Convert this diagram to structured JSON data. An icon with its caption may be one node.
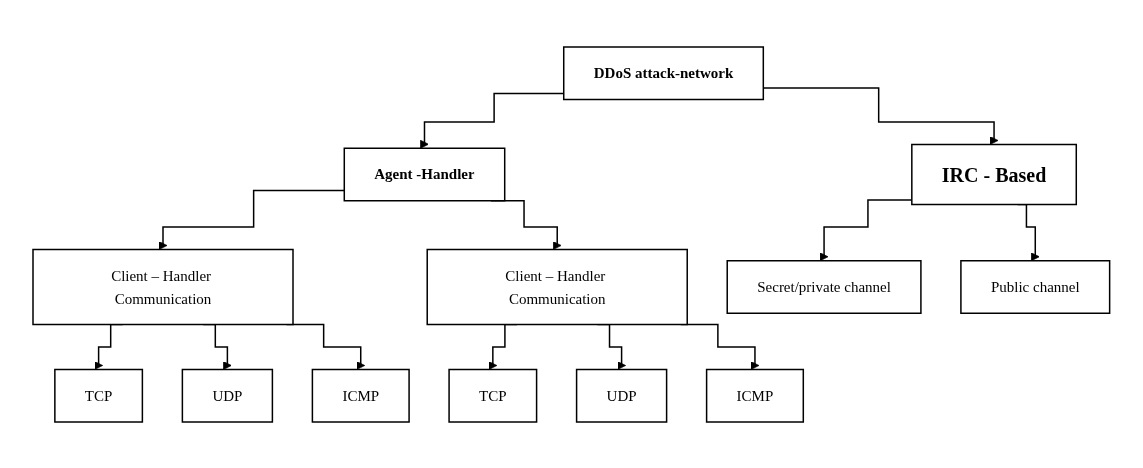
{
  "diagram": {
    "nodes": [
      {
        "text": [
          "DDoS attack-network"
        ]
      },
      {
        "text": [
          "Agent -Handler"
        ]
      },
      {
        "text": [
          "IRC - Based"
        ]
      },
      {
        "text": [
          "Client – Handler Communication"
        ]
      },
      {
        "text": [
          "Client – Handler Communication"
        ]
      },
      {
        "text": [
          "Secret/private channel"
        ]
      },
      {
        "text": [
          "Public channel"
        ]
      },
      {
        "text": [
          "TCP"
        ]
      },
      {
        "text": [
          "UDP"
        ]
      },
      {
        "text": [
          "ICMP"
        ]
      },
      {
        "text": [
          "TCP"
        ]
      },
      {
        "text": [
          "UDP"
        ]
      },
      {
        "text": [
          "ICMP"
        ]
      }
    ],
    "edges": [
      {
        "from": 0,
        "to": 1,
        "arrow": "to"
      },
      {
        "from": 0,
        "to": 2,
        "arrow": "to"
      },
      {
        "from": 1,
        "to": 3,
        "arrow": "to"
      },
      {
        "from": 1,
        "to": 4,
        "arrow": "to"
      },
      {
        "from": 2,
        "to": 5,
        "arrow": "to"
      },
      {
        "from": 2,
        "to": 6,
        "arrow": "to"
      },
      {
        "from": 3,
        "to": 7,
        "arrow": "to"
      },
      {
        "from": 3,
        "to": 8,
        "arrow": "to"
      },
      {
        "from": 3,
        "to": 9,
        "arrow": "to"
      },
      {
        "from": 4,
        "to": 10,
        "arrow": "to"
      },
      {
        "from": 4,
        "to": 11,
        "arrow": "to"
      },
      {
        "from": 4,
        "to": 12,
        "arrow": "to"
      }
    ]
  }
}
